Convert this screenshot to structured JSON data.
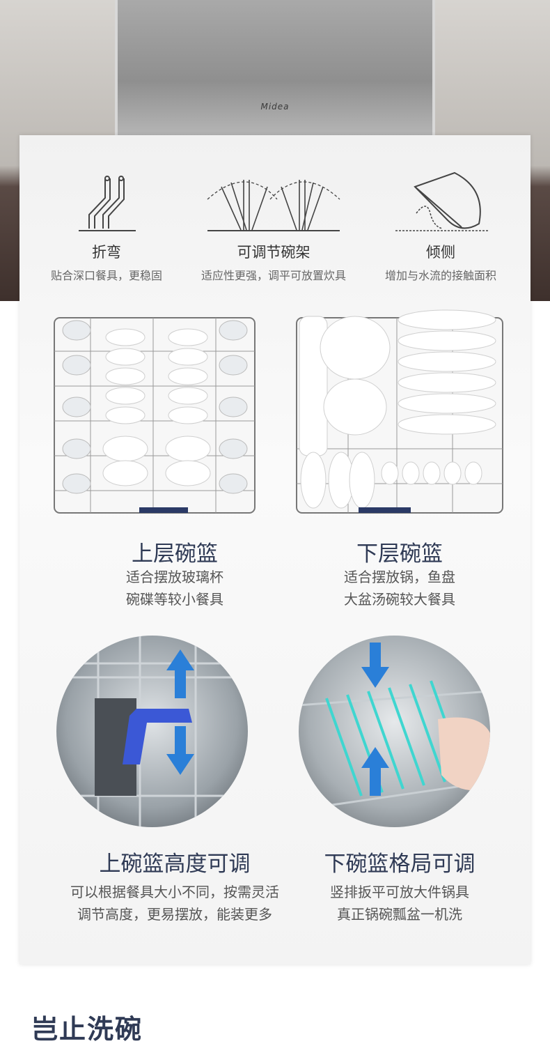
{
  "hero": {
    "brand": "Midea"
  },
  "features": [
    {
      "icon": "bend-icon",
      "title": "折弯",
      "desc": "贴合深口餐具，更稳固"
    },
    {
      "icon": "adjustable-rack-icon",
      "title": "可调节碗架",
      "desc": "适应性更强，调平可放置炊具"
    },
    {
      "icon": "tilt-bowl-icon",
      "title": "倾侧",
      "desc": "增加与水流的接触面积"
    }
  ],
  "racks": [
    {
      "title": "上层碗篮",
      "desc_line1": "适合摆放玻璃杯",
      "desc_line2": "碗碟等较小餐具"
    },
    {
      "title": "下层碗篮",
      "desc_line1": "适合摆放锅，鱼盘",
      "desc_line2": "大盆汤碗较大餐具"
    }
  ],
  "adjust": [
    {
      "title": "上碗篮高度可调",
      "desc_line1": "可以根据餐具大小不同，按需灵活",
      "desc_line2": "调节高度，更易摆放，能装更多"
    },
    {
      "title": "下碗篮格局可调",
      "desc_line1": "竖排扳平可放大件锅具",
      "desc_line2": "真正锅碗瓢盆一机洗"
    }
  ],
  "next_section": {
    "heading": "岂止洗碗"
  },
  "colors": {
    "accent": "#2f3a55",
    "arrow_blue": "#2a7fd8",
    "handle_blue": "#3b58d6"
  }
}
